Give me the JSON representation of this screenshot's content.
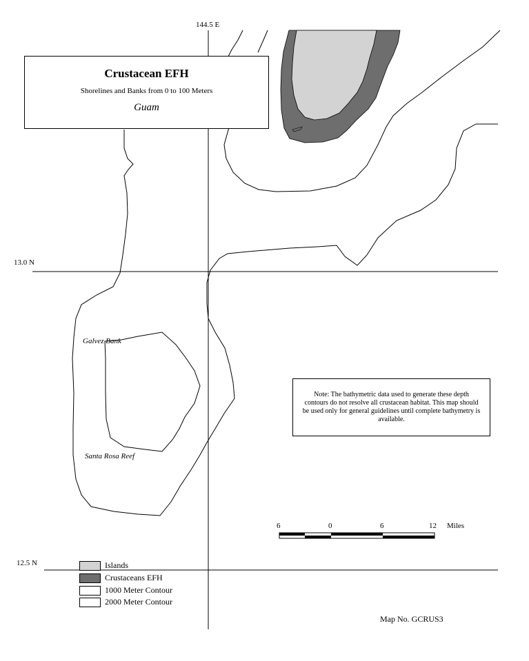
{
  "title": {
    "main": "Crustacean EFH",
    "subtitle": "Shorelines and Banks from 0 to 100 Meters",
    "region": "Guam"
  },
  "grid": {
    "lon_label": "144.5 E",
    "lat_top_label": "13.0 N",
    "lat_bottom_label": "12.5 N"
  },
  "banks": {
    "galvez": "Galvez Bank",
    "santa_rosa": "Santa Rosa Reef"
  },
  "note": "Note: The bathymetric data used to generate these depth contours do not resolve all crustacean habitat. This map should be used only for general guidelines until complete bathymetry is available.",
  "scale": {
    "ticks": [
      "6",
      "0",
      "6",
      "12"
    ],
    "unit": "Miles"
  },
  "legend": [
    {
      "label": "Islands",
      "color": "#d3d3d3"
    },
    {
      "label": "Crustaceans EFH",
      "color": "#6e6e6e"
    },
    {
      "label": "1000 Meter Contour",
      "color": "#ffffff"
    },
    {
      "label": "2000 Meter Contour",
      "color": "#ffffff"
    }
  ],
  "map_number": "Map No. GCRUS3",
  "colors": {
    "island": "#d3d3d3",
    "efh": "#6e6e6e"
  }
}
